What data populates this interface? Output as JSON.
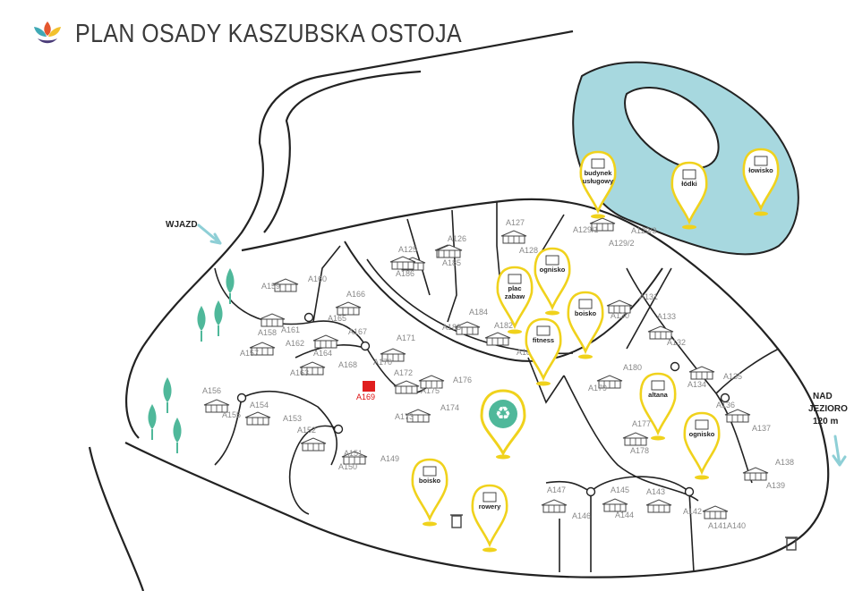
{
  "title": "PLAN OSADY KASZUBSKA OSTOJA",
  "colors": {
    "lake": "#a7d8df",
    "marker": "#f0d21c",
    "tree": "#4fb89a",
    "road": "#333333",
    "arrow": "#8ecfd6",
    "highlight": "#e01e1e"
  },
  "labels": {
    "entrance": "WJAZD",
    "lake_line1": "NAD",
    "lake_line2": "JEZIORO",
    "lake_line3": "120 m"
  },
  "plots": [
    "A125",
    "A126",
    "A127",
    "A128",
    "A129/1",
    "A129/2",
    "A129/3",
    "A130",
    "A131",
    "A132",
    "A133",
    "A134",
    "A135",
    "A136",
    "A137",
    "A138",
    "A139",
    "A140",
    "A141",
    "A142",
    "A143",
    "A144",
    "A145",
    "A146",
    "A147",
    "A149",
    "A150",
    "A151",
    "A152",
    "A153",
    "A154",
    "A155",
    "A156",
    "A157",
    "A158",
    "A159",
    "A160",
    "A161",
    "A162",
    "A163",
    "A164",
    "A165",
    "A166",
    "A167",
    "A168",
    "A169",
    "A170",
    "A171",
    "A172",
    "A173",
    "A174",
    "A175",
    "A176",
    "A177",
    "A178",
    "A179",
    "A180",
    "A181",
    "A182",
    "A183",
    "A184",
    "A185",
    "A186"
  ],
  "highlighted_plot": "A169",
  "pois": {
    "budynek": "budynek usługowy",
    "lodki": "łódki",
    "lowisko": "łowi­sko",
    "ognisko1": "ognisko",
    "plac": "plac zabaw",
    "fitness": "fitness",
    "boisko1": "boisko",
    "altana": "altana",
    "ognisko2": "ognisko",
    "boisko2": "boisko",
    "rowery": "rowery"
  }
}
